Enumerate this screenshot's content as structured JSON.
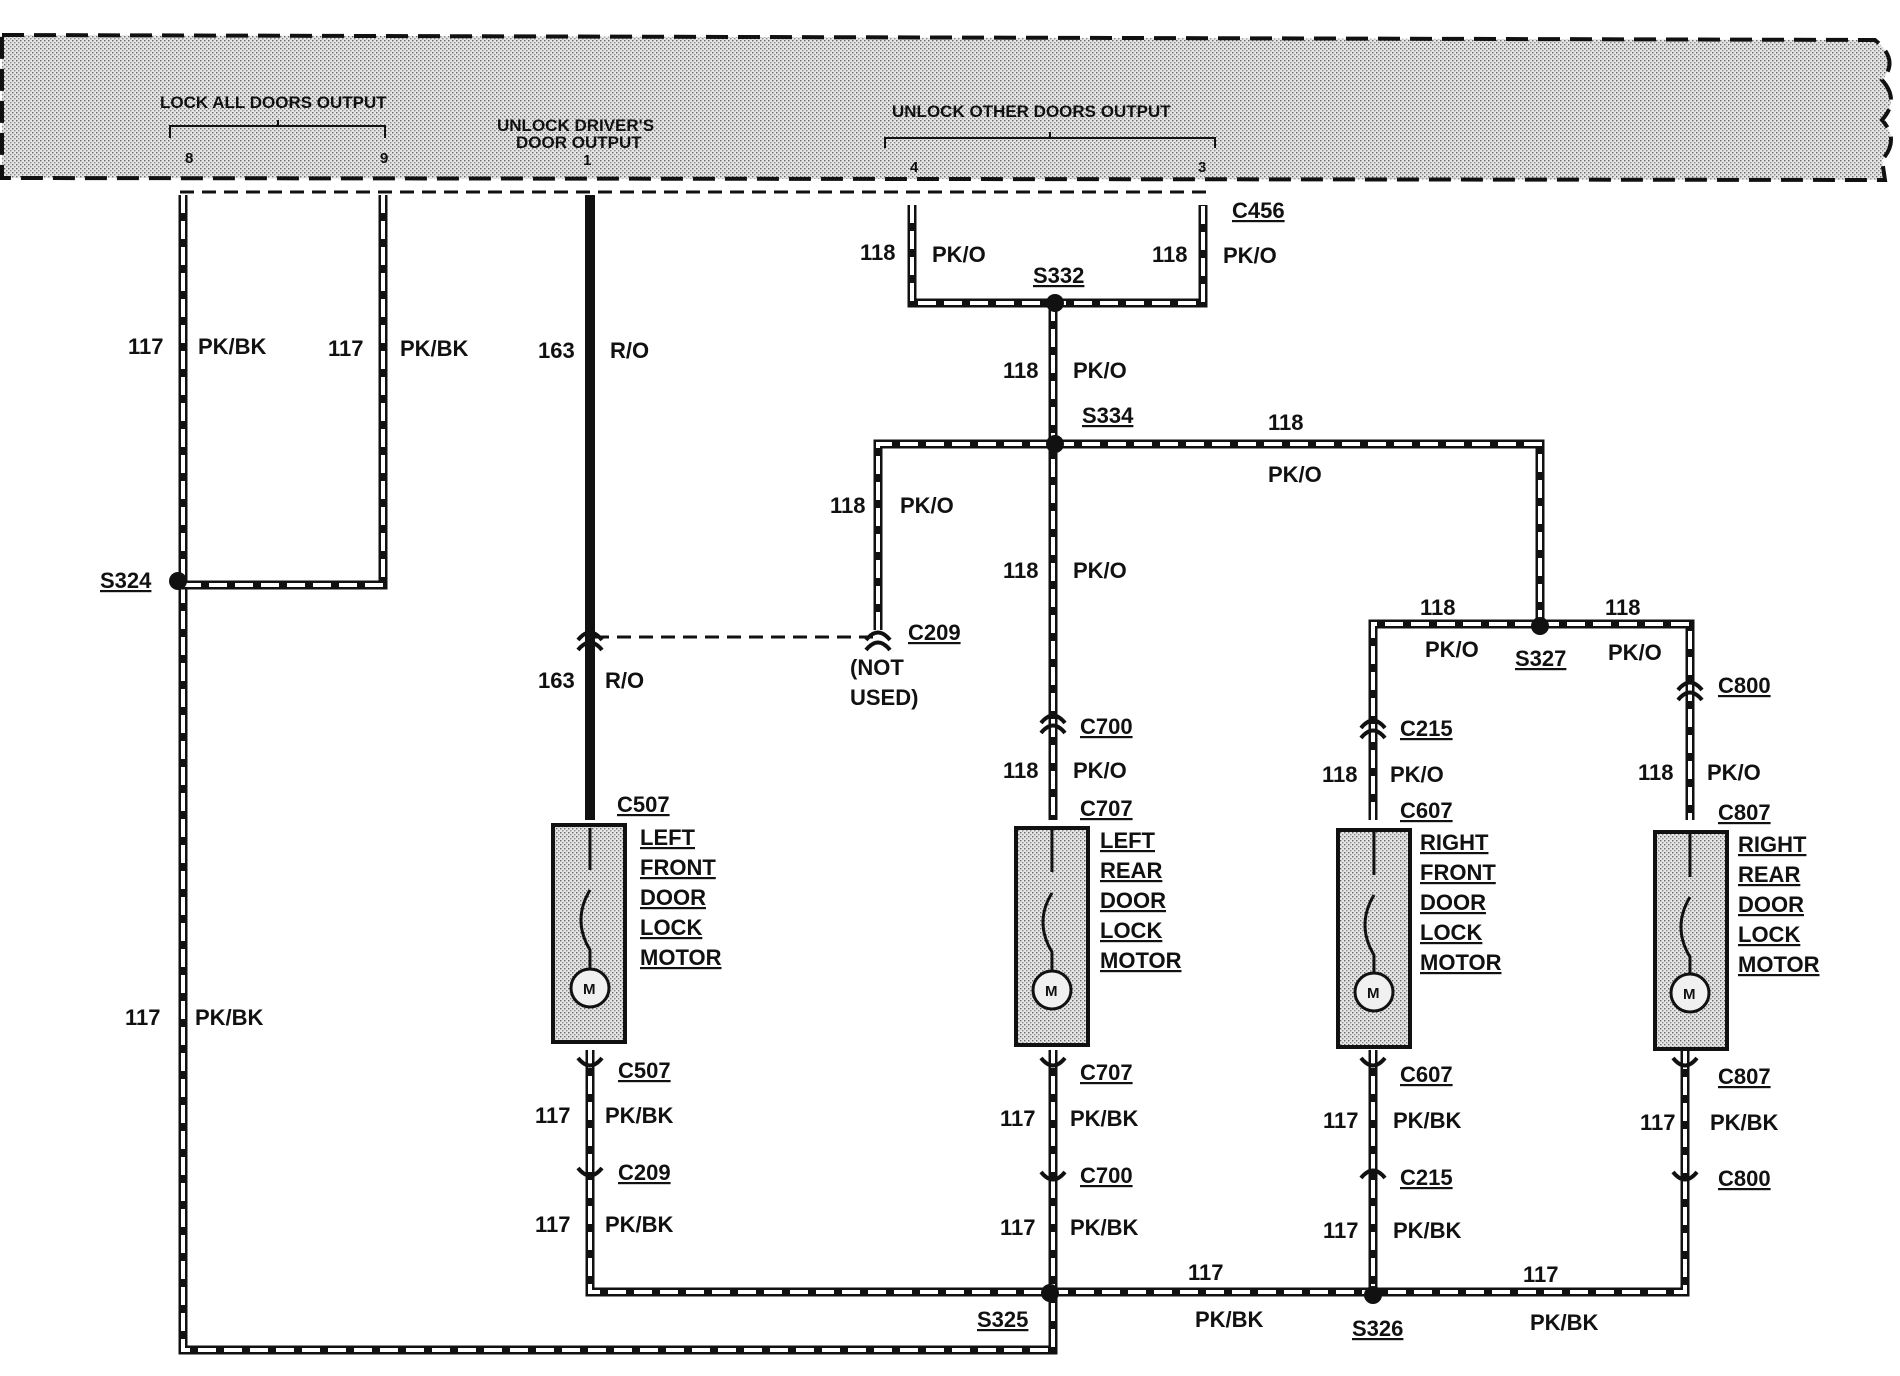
{
  "module": {
    "lock_all_label": "LOCK ALL DOORS OUTPUT",
    "lock_pin_a": "8",
    "lock_pin_b": "9",
    "unlock_driver_label_1": "UNLOCK DRIVER'S",
    "unlock_driver_label_2": "DOOR OUTPUT",
    "unlock_driver_pin": "1",
    "unlock_other_label": "UNLOCK OTHER DOORS OUTPUT",
    "unlock_other_pin_a": "4",
    "unlock_other_pin_b": "3"
  },
  "connectors": {
    "c456": "C456",
    "c209": "C209",
    "c700": "C700",
    "c215": "C215",
    "c800": "C800",
    "c507": "C507",
    "c707": "C707",
    "c607": "C607",
    "c807": "C807"
  },
  "splices": {
    "s332": "S332",
    "s334": "S334",
    "s324": "S324",
    "s327": "S327",
    "s325": "S325",
    "s326": "S326"
  },
  "wires": {
    "w117": "117",
    "pkbk": "PK/BK",
    "w118": "118",
    "pko": "PK/O",
    "w163": "163",
    "ro": "R/O"
  },
  "not_used_1": "(NOT",
  "not_used_2": "USED)",
  "motors": {
    "lf": [
      "LEFT",
      "FRONT",
      "DOOR",
      "LOCK",
      "MOTOR"
    ],
    "lr": [
      "LEFT",
      "REAR",
      "DOOR",
      "LOCK",
      "MOTOR"
    ],
    "rf": [
      "RIGHT",
      "FRONT",
      "DOOR",
      "LOCK",
      "MOTOR"
    ],
    "rr": [
      "RIGHT",
      "REAR",
      "DOOR",
      "LOCK",
      "MOTOR"
    ],
    "symbol": "M"
  }
}
